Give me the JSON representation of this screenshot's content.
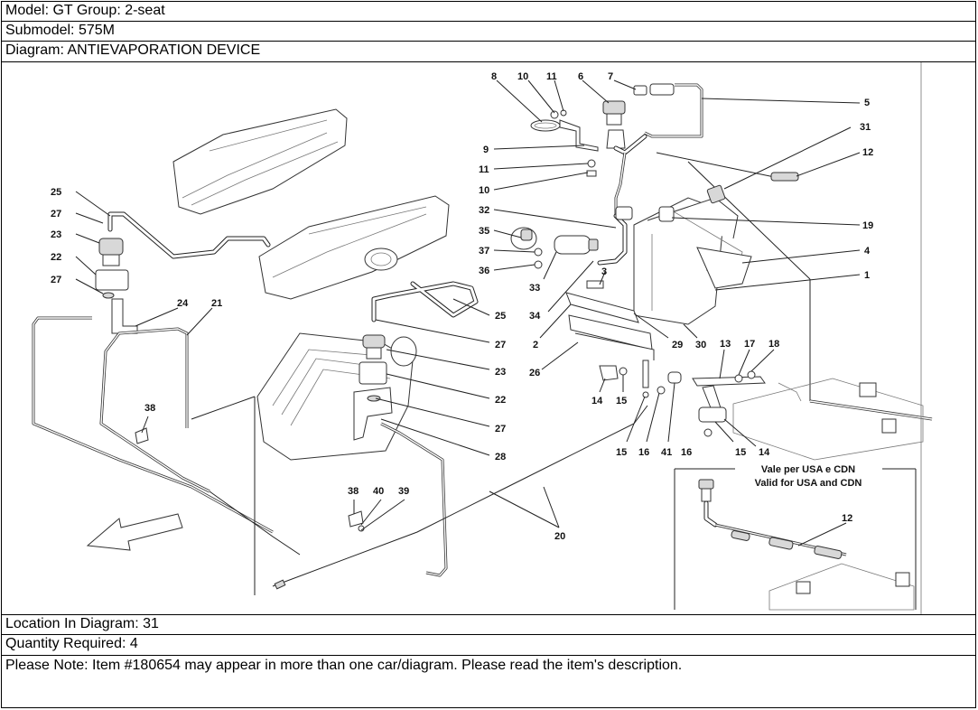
{
  "header": {
    "model_line": "Model: GT Group: 2-seat",
    "submodel_line": "Submodel: 575M",
    "diagram_line": "Diagram: ANTIEVAPORATION DEVICE"
  },
  "footer": {
    "location_line": "Location In Diagram: 31",
    "quantity_line": "Quantity Required: 4",
    "note_line": "Please Note: Item #180654 may appear in more than one car/diagram. Please read the item's description."
  },
  "diagram": {
    "inset_title_it": "Vale per USA e CDN",
    "inset_title_en": "Valid for USA and CDN",
    "callouts": {
      "c8": "8",
      "c10a": "10",
      "c11a": "11",
      "c6": "6",
      "c7": "7",
      "c5": "5",
      "c31": "31",
      "c12": "12",
      "c9": "9",
      "c11b": "11",
      "c10b": "10",
      "c32": "32",
      "c19": "19",
      "c35": "35",
      "c37": "37",
      "c36": "36",
      "c4": "4",
      "c3": "3",
      "c1": "1",
      "c33": "33",
      "c34": "34",
      "c2": "2",
      "c29": "29",
      "c30": "30",
      "c13": "13",
      "c17": "17",
      "c18": "18",
      "c26": "26",
      "c14a": "14",
      "c15a": "15",
      "c15b": "15",
      "c16a": "16",
      "c41": "41",
      "c16b": "16",
      "c15c": "15",
      "c14b": "14",
      "c25a": "25",
      "c27a": "27",
      "c23a": "23",
      "c22a": "22",
      "c27b": "27",
      "c24": "24",
      "c21": "21",
      "c25b": "25",
      "c27c": "27",
      "c23b": "23",
      "c22b": "22",
      "c27d": "27",
      "c28": "28",
      "c38a": "38",
      "c38b": "38",
      "c40": "40",
      "c39": "39",
      "c20": "20",
      "c12b": "12"
    }
  }
}
